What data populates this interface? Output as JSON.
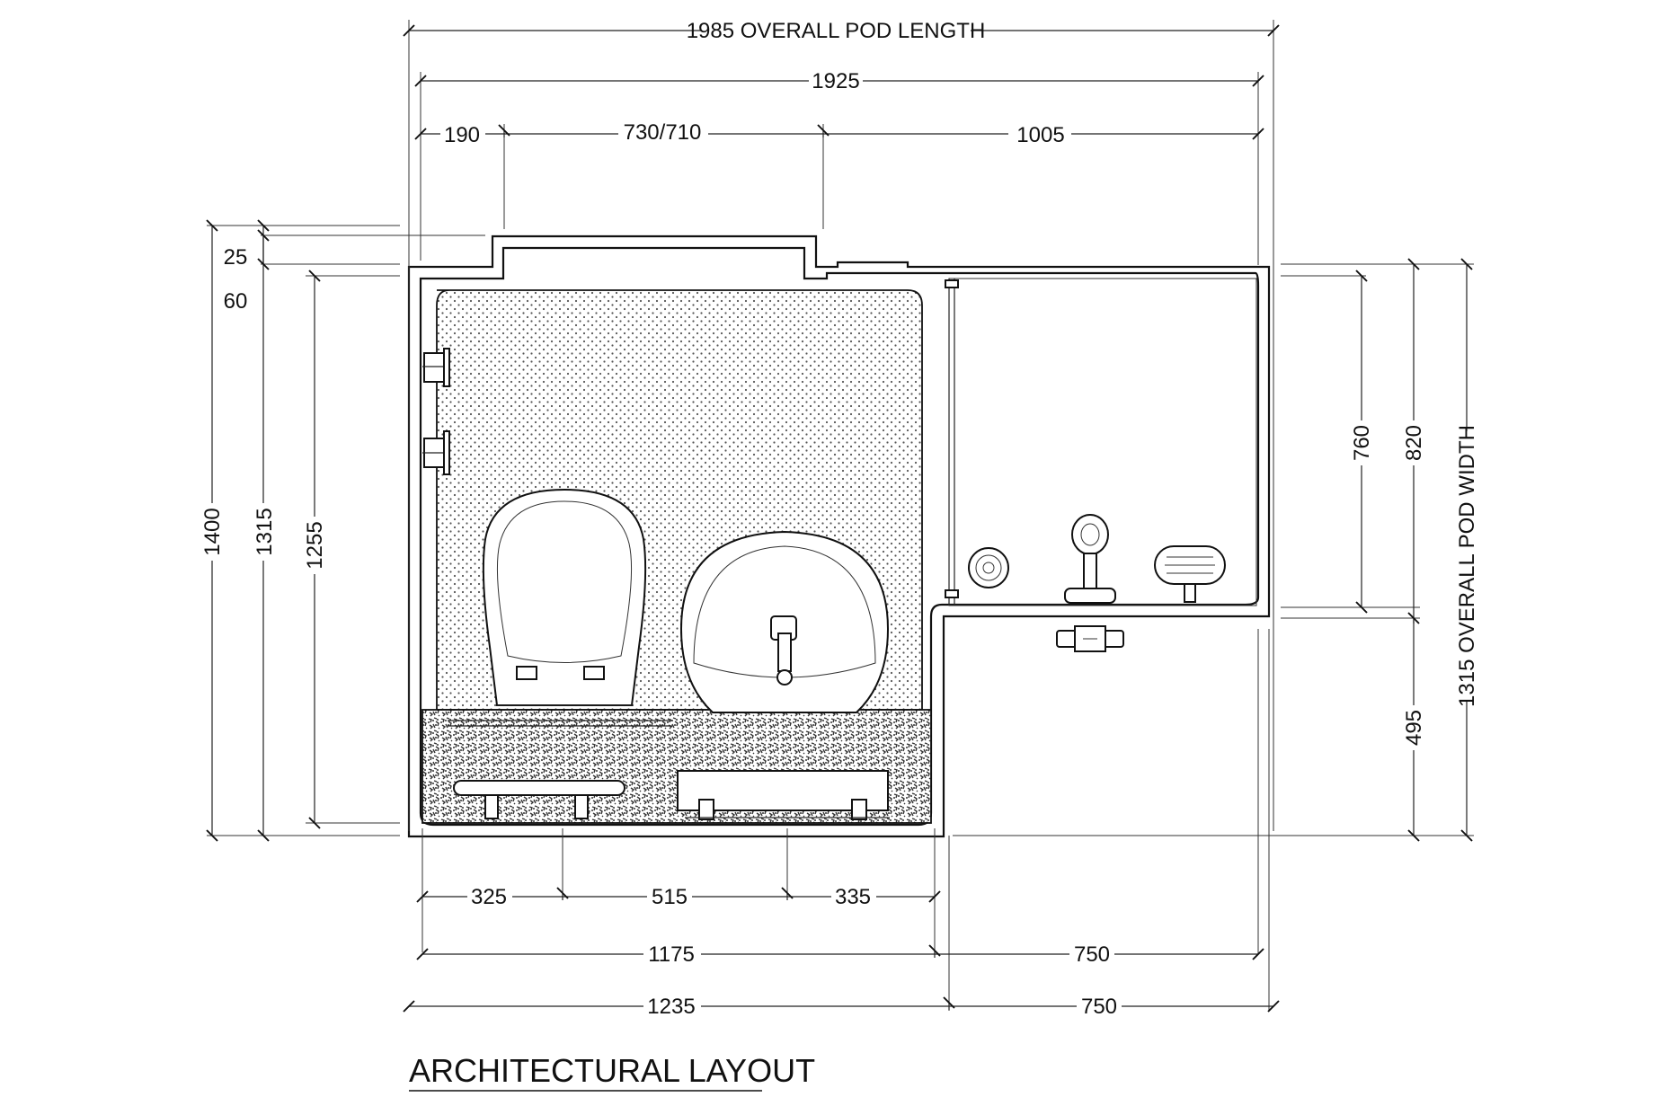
{
  "title": "ARCHITECTURAL LAYOUT",
  "dimensions": {
    "overall_length": "1985 OVERALL POD LENGTH",
    "inner_length": "1925",
    "wc_offset": "190",
    "wc_niche": "730/710",
    "shower_zone": "1005",
    "left_25": "25",
    "left_60": "60",
    "height_1400": "1400",
    "height_1315": "1315",
    "height_1255": "1255",
    "right_760": "760",
    "right_820": "820",
    "right_495": "495",
    "overall_width": "1315 OVERALL POD WIDTH",
    "bottom_325": "325",
    "bottom_515": "515",
    "bottom_335": "335",
    "bottom_1175": "1175",
    "bottom_750a": "750",
    "bottom_1235": "1235",
    "bottom_750b": "750"
  },
  "fixtures": [
    "toilet-icon",
    "basin-icon",
    "shower-drain-icon",
    "shower-mixer-icon",
    "soap-dish-icon",
    "grab-rail-icon",
    "wall-valve-icon"
  ]
}
